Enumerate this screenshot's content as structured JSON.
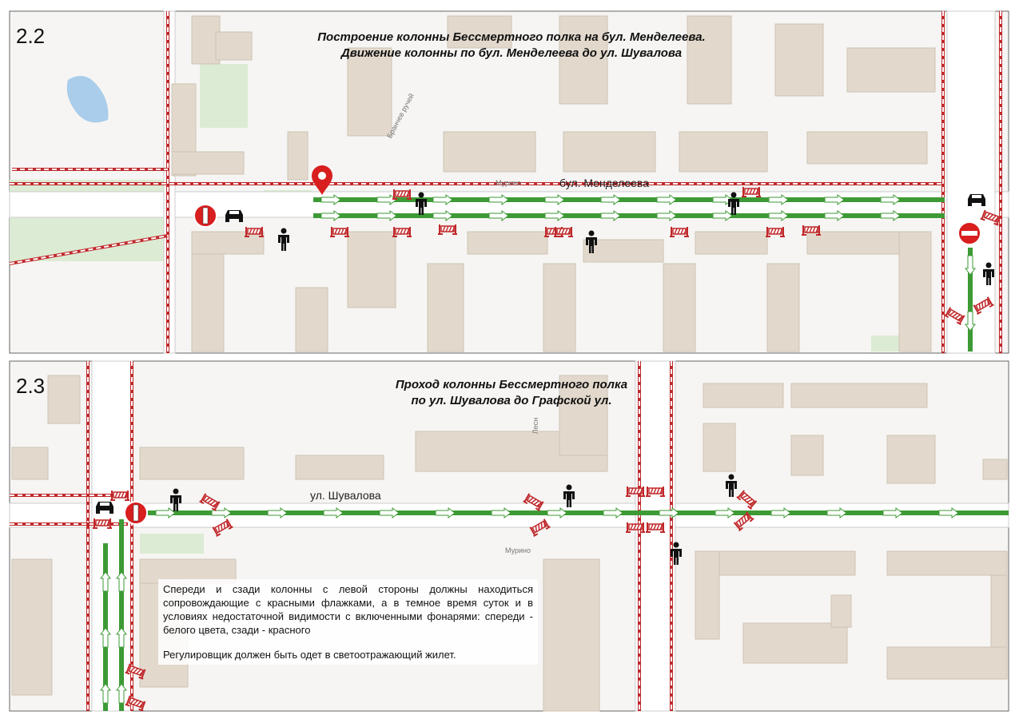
{
  "panels": [
    {
      "number": "2.2",
      "title_line1": "Построение колонны Бессмертного полка на бул. Менделеева.",
      "title_line2": "Движение колонны по бул. Менделеева до ул. Шувалова",
      "street_main": "бул. Менделеева",
      "street_small": "Мурино",
      "stream_label": "Бранчев ручей"
    },
    {
      "number": "2.3",
      "title_line1": "Проход колонны Бессмертного полка",
      "title_line2": "по ул. Шувалова до Графской ул.",
      "street_main": "ул. Шувалова",
      "street_small": "Мурино",
      "side_street": "Лесн",
      "note_paragraph1": "Спереди и сзади колонны с левой стороны должны находиться сопровождающие с красными флажками, а в темное время суток и в условиях недостаточной видимости с включенными фонарями: спереди - белого цвета, сзади - красного",
      "note_paragraph2": "Регулировщик должен быть одет в светоотражающий жилет."
    }
  ],
  "legend_icons": [
    "route-arrow-icon",
    "person-icon",
    "car-icon",
    "no-entry-icon",
    "road-barrier-icon",
    "location-pin-icon"
  ],
  "colors": {
    "route": "#3d9a35",
    "closure": "#c0282a",
    "building": "#e2d9cc",
    "green_area": "#dcebd3",
    "water": "#a9cdea"
  }
}
